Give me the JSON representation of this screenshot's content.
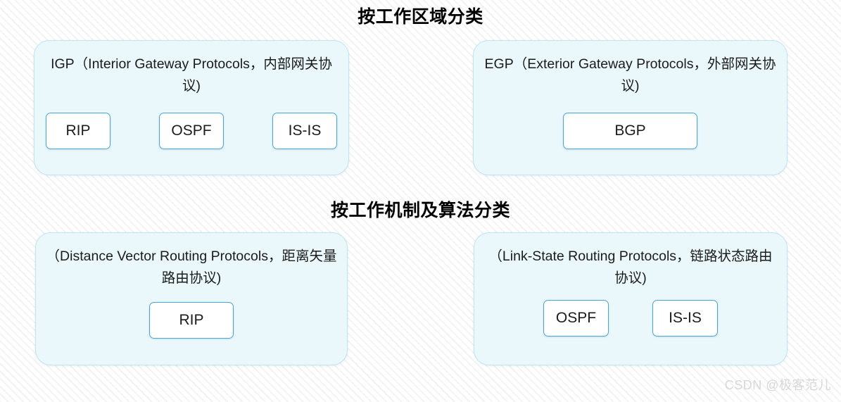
{
  "sections": [
    {
      "id": "area",
      "title": "按工作区域分类",
      "cards": [
        {
          "id": "igp",
          "heading": "IGP（Interior Gateway Protocols，内部网关协议)",
          "chips": [
            "RIP",
            "OSPF",
            "IS-IS"
          ]
        },
        {
          "id": "egp",
          "heading": "EGP（Exterior Gateway Protocols，外部网关协议)",
          "chips": [
            "BGP"
          ]
        }
      ]
    },
    {
      "id": "algo",
      "title": "按工作机制及算法分类",
      "cards": [
        {
          "id": "dv",
          "heading": "（Distance Vector Routing Protocols，距离矢量路由协议)",
          "chips": [
            "RIP"
          ]
        },
        {
          "id": "ls",
          "heading": "（Link-State Routing Protocols，链路状态路由协议)",
          "chips": [
            "OSPF",
            "IS-IS"
          ]
        }
      ]
    }
  ],
  "watermark": "CSDN @极客范儿",
  "colors": {
    "card_fill": "#eaf7fb",
    "card_border": "#bfe4f2",
    "chip_border": "#46a8da",
    "chip_fill": "#ffffff",
    "text": "#1b1b1b",
    "title": "#000000",
    "watermark": "#d8d8d8",
    "background": "#ffffff"
  }
}
